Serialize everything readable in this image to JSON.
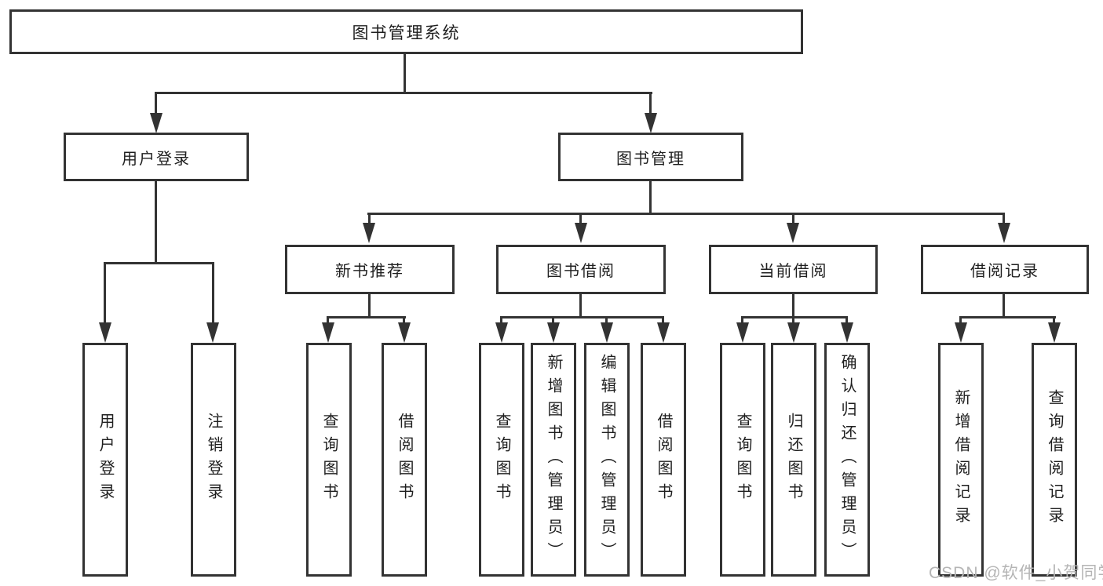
{
  "colors": {
    "line": "#333333",
    "box_border": "#333333",
    "text": "#1f1f1f",
    "watermark": "#b5b5b5",
    "background": "#ffffff"
  },
  "tree": {
    "root": "图书管理系统",
    "children": [
      {
        "label": "用户登录",
        "children": [
          "用户登录",
          "注销登录"
        ]
      },
      {
        "label": "图书管理",
        "children": [
          {
            "label": "新书推荐",
            "children": [
              "查询图书",
              "借阅图书"
            ]
          },
          {
            "label": "图书借阅",
            "children": [
              "查询图书",
              "新增图书（管理员）",
              "编辑图书（管理员）",
              "借阅图书"
            ]
          },
          {
            "label": "当前借阅",
            "children": [
              "查询图书",
              "归还图书",
              "确认归还（管理员）"
            ]
          },
          {
            "label": "借阅记录",
            "children": [
              "新增借阅记录",
              "查询借阅记录"
            ]
          }
        ]
      }
    ]
  },
  "watermark": {
    "text": "CSDN @软件_小贺同学"
  }
}
